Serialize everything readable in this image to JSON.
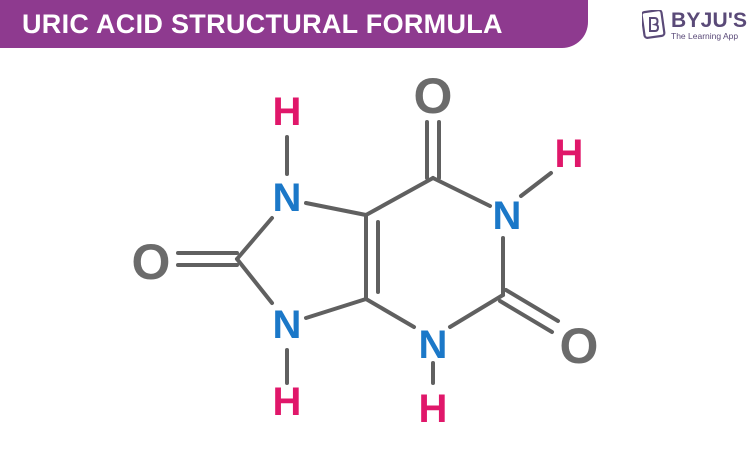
{
  "header": {
    "title": "URIC ACID STRUCTURAL FORMULA"
  },
  "brand": {
    "name": "BYJU'S",
    "tagline": "The Learning App"
  },
  "colors": {
    "banner": "#8e3a8f",
    "nitrogen": "#1b78c8",
    "hydrogen": "#e0176a",
    "oxygen": "#6b6b6b",
    "bond": "#606060"
  },
  "molecule": {
    "name": "Uric acid",
    "atoms": [
      {
        "id": "O6",
        "label": "O",
        "element": "oxygen"
      },
      {
        "id": "H1",
        "label": "H",
        "element": "hydrogen"
      },
      {
        "id": "N1",
        "label": "N",
        "element": "nitrogen"
      },
      {
        "id": "O2",
        "label": "O",
        "element": "oxygen"
      },
      {
        "id": "N3",
        "label": "N",
        "element": "nitrogen"
      },
      {
        "id": "H3",
        "label": "H",
        "element": "hydrogen"
      },
      {
        "id": "H7",
        "label": "H",
        "element": "hydrogen"
      },
      {
        "id": "N7",
        "label": "N",
        "element": "nitrogen"
      },
      {
        "id": "O8",
        "label": "O",
        "element": "oxygen"
      },
      {
        "id": "N9",
        "label": "N",
        "element": "nitrogen"
      },
      {
        "id": "H9",
        "label": "H",
        "element": "hydrogen"
      }
    ]
  }
}
